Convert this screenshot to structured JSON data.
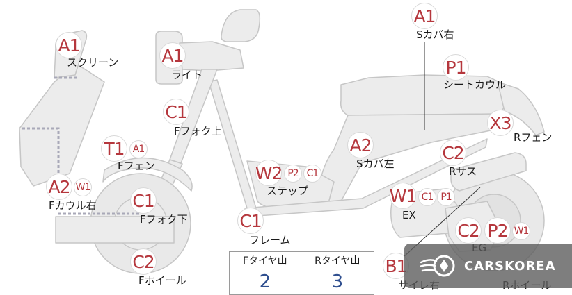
{
  "parts": [
    {
      "id": "screen",
      "label": "スクリーン",
      "grades": [
        "A1"
      ]
    },
    {
      "id": "light",
      "label": "ライト",
      "grades": [
        "A1"
      ]
    },
    {
      "id": "fork-upper",
      "label": "Fフォク上",
      "grades": [
        "C1"
      ]
    },
    {
      "id": "front-fender",
      "label": "Fフェン",
      "grades": [
        "T1",
        "A1"
      ]
    },
    {
      "id": "front-cowl-right",
      "label": "Fカウル右",
      "grades": [
        "A2",
        "W1"
      ]
    },
    {
      "id": "fork-lower",
      "label": "Fフォク下",
      "grades": [
        "C1"
      ]
    },
    {
      "id": "front-wheel",
      "label": "Fホイール",
      "grades": [
        "C2"
      ]
    },
    {
      "id": "step",
      "label": "ステップ",
      "grades": [
        "W2",
        "P2",
        "C1"
      ]
    },
    {
      "id": "frame",
      "label": "フレーム",
      "grades": [
        "C1"
      ]
    },
    {
      "id": "side-cover-left",
      "label": "Sカバ左",
      "grades": [
        "A2"
      ]
    },
    {
      "id": "side-cover-right",
      "label": "Sカバ右",
      "grades": [
        "A1"
      ]
    },
    {
      "id": "seat-cowl",
      "label": "シートカウル",
      "grades": [
        "P1"
      ]
    },
    {
      "id": "rear-fender",
      "label": "Rフェン",
      "grades": [
        "X3"
      ]
    },
    {
      "id": "rear-suspension",
      "label": "Rサス",
      "grades": [
        "C2"
      ]
    },
    {
      "id": "exhaust",
      "label": "EX",
      "grades": [
        "W1",
        "C1",
        "P1"
      ]
    },
    {
      "id": "engine",
      "label": "EG",
      "grades": [
        "C2",
        "P2",
        "W1"
      ]
    },
    {
      "id": "muffler-right",
      "label": "サイレ右",
      "grades": [
        "B1"
      ]
    },
    {
      "id": "rear-wheel",
      "label": "Rホイール",
      "grades": []
    }
  ],
  "tire_table": {
    "front_header": "Fタイヤ山",
    "rear_header": "Rタイヤ山",
    "front_value": "2",
    "rear_value": "3"
  },
  "watermark": {
    "text": "CARSKOREA",
    "icon": "carskorea-logo-icon"
  },
  "colors": {
    "body": "#ececec",
    "outline": "#c6c6c6",
    "grade_text": "#b5373d",
    "tire_value": "#2f4f8f",
    "dotted_line": "#a9a9b8"
  }
}
